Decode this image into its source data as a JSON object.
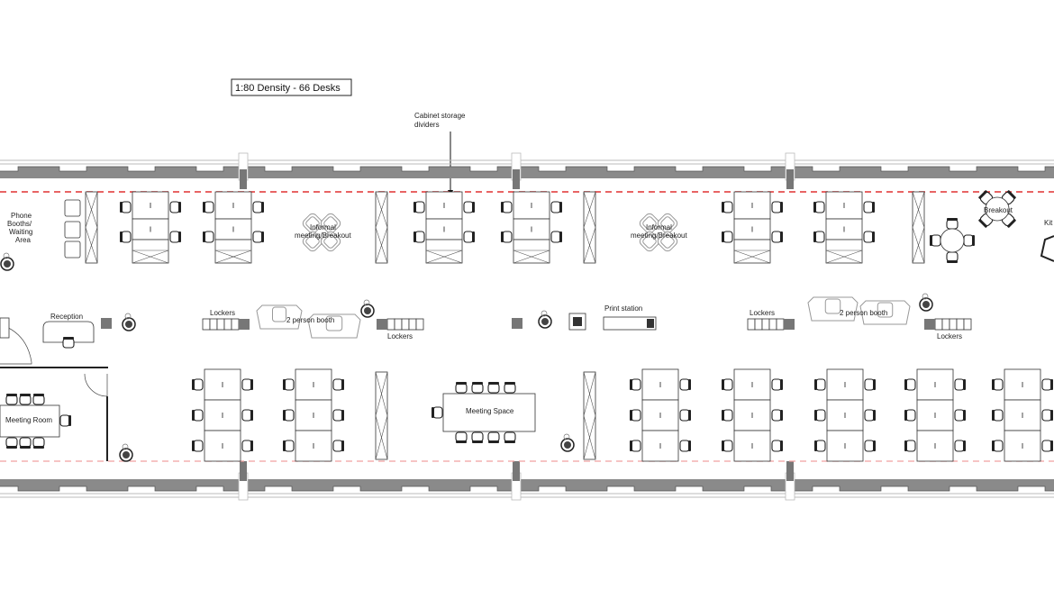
{
  "plan": {
    "title": "1:80 Density - 66 Desks",
    "annotation_line1": "Cabinet storage",
    "annotation_line2": "dividers"
  },
  "labels": {
    "phone_booths_1": "Phone",
    "phone_booths_2": "Booths/",
    "phone_booths_3": "Waiting",
    "phone_booths_4": "Area",
    "informal_1_a": "Informal",
    "informal_1_b": "meeting/Breakout",
    "informal_2_a": "Informal",
    "informal_2_b": "meeting/Breakout",
    "breakout": "Breakout",
    "kitchen": "Kit",
    "reception": "Reception",
    "lockers_1": "Lockers",
    "lockers_2": "Lockers",
    "lockers_3": "Lockers",
    "lockers_4": "Lockers",
    "booth_1": "2 person booth",
    "booth_2": "2 person booth",
    "print_station": "Print station",
    "meeting_room": "Meeting Room",
    "meeting_space": "Meeting Space"
  },
  "colors": {
    "boundary_line": "#e03030",
    "wall": "#7a7a7a"
  }
}
